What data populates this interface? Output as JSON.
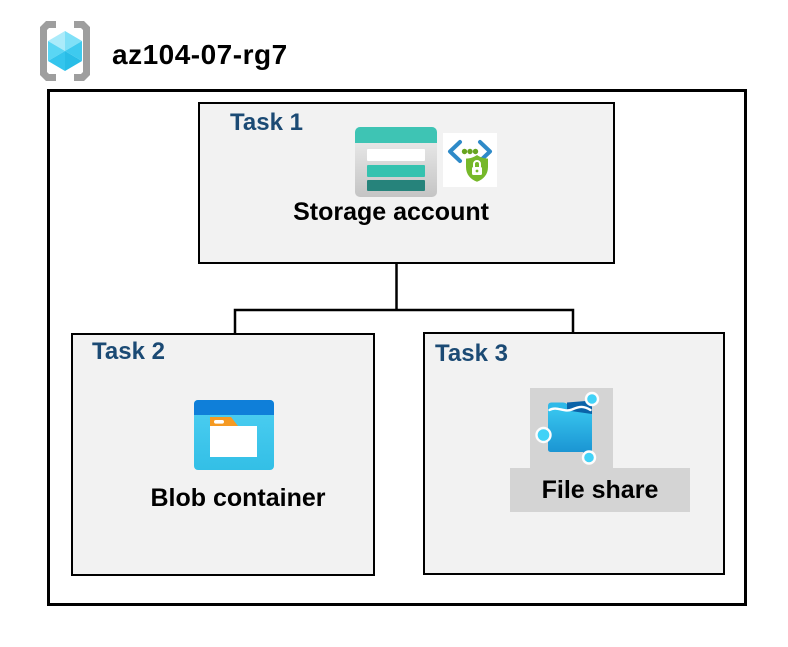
{
  "diagram": {
    "title": "az104-07-rg7",
    "tasks": {
      "task1": {
        "label": "Task 1",
        "resource": "Storage account"
      },
      "task2": {
        "label": "Task 2",
        "resource": "Blob container"
      },
      "task3": {
        "label": "Task 3",
        "resource": "File share"
      }
    },
    "icons": {
      "resource_group": "azure-resource-group-icon",
      "storage_account": "storage-account-icon",
      "storage_security": "code-brackets-shield-lock-icon",
      "blob_container": "blob-container-icon",
      "file_share": "file-share-icon"
    },
    "colors": {
      "task_label_blue": "#1B4A74",
      "box_fill": "#F2F2F2",
      "box_border": "#000000",
      "connector": "#000000",
      "storage_teal": "#3EC4B4",
      "storage_teal_mid": "#35C2AF",
      "storage_teal_dark": "#26837B",
      "blob_top_blue": "#0F7FD9",
      "blob_body_cyan": "#45CCF0",
      "folder_tab_orange": "#F59A23",
      "share_flap_blue": "#0B63A8",
      "share_body_cyan": "#2FBFEA",
      "node_cyan": "#3FD0F6",
      "sas_green": "#76B82A",
      "sas_bracket_blue": "#2E8AC8",
      "rg_bracket_gray": "#9E9E9E",
      "rg_cube_cyan": "#55D4F3",
      "label_patch_gray": "#D4D4D4"
    }
  }
}
